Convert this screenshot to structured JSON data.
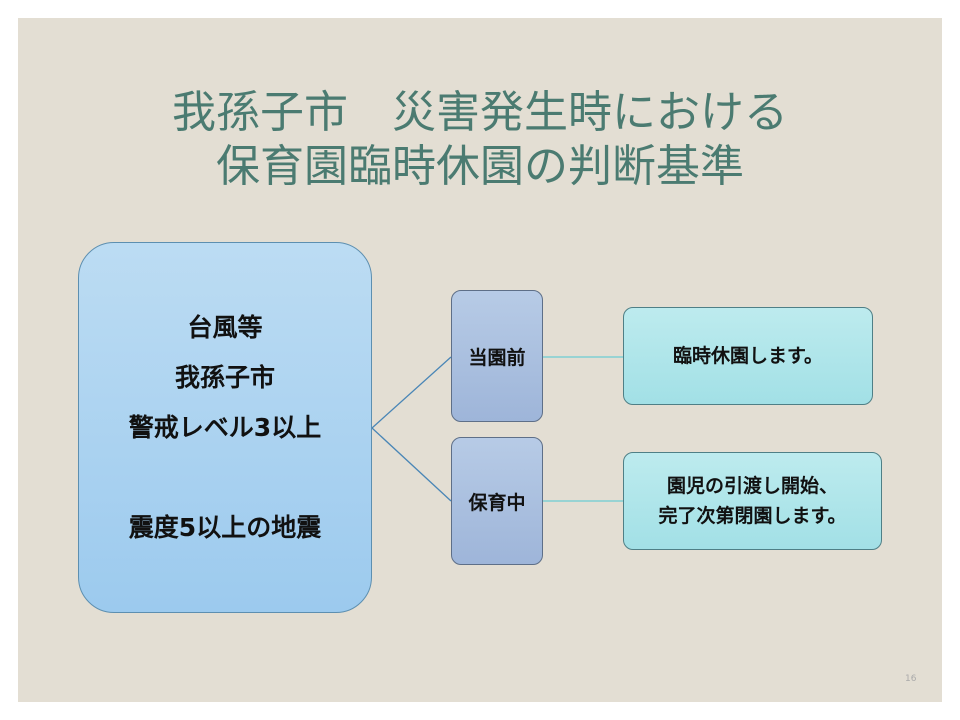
{
  "slide": {
    "title_line1": "我孫子市　災害発生時における",
    "title_line2": "保育園臨時休園の判断基準",
    "condition": {
      "lines": [
        "台風等",
        "我孫子市",
        "警戒レベル3以上",
        "震度5以上の地震"
      ]
    },
    "branches": [
      {
        "label": "当園前",
        "result_lines": [
          "臨時休園します。"
        ]
      },
      {
        "label": "保育中",
        "result_lines": [
          "園児の引渡し開始、",
          "完了次第閉園します。"
        ]
      }
    ],
    "page_number": "16"
  }
}
